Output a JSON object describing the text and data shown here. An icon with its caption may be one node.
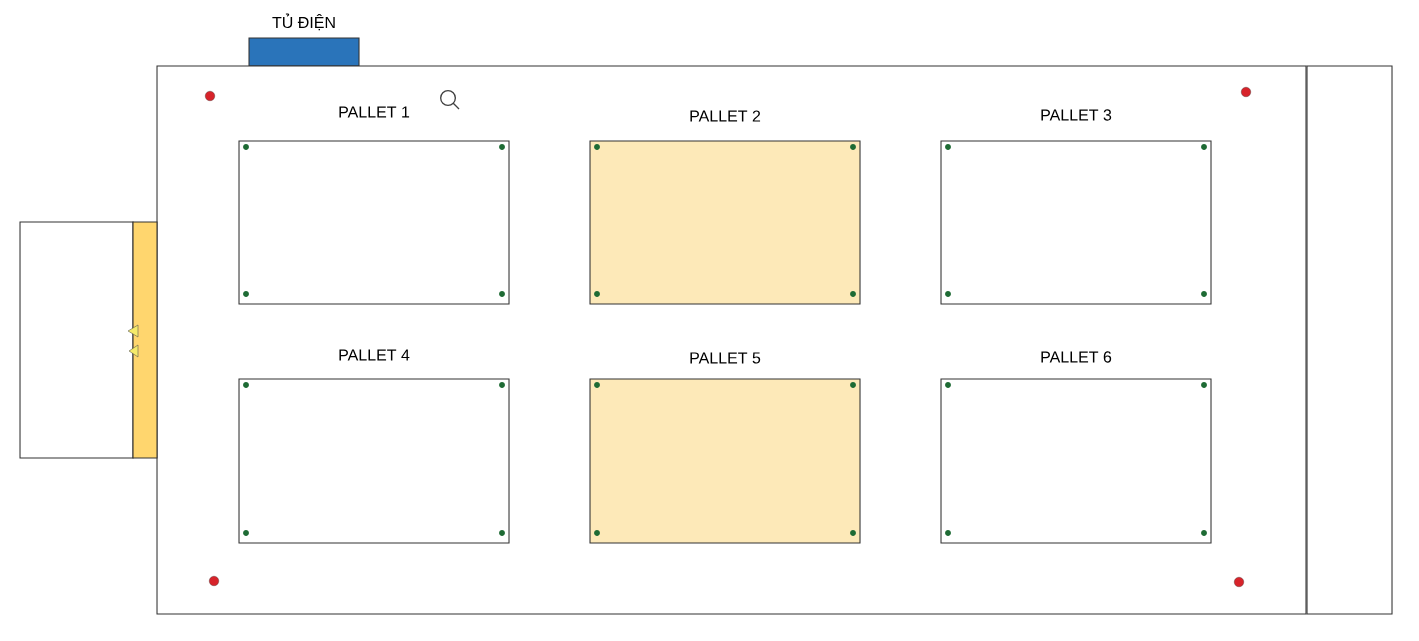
{
  "diagram": {
    "nodes": [
      {
        "text": [
          "TỦ ĐIỆN"
        ]
      },
      {
        "text": [],
        "shape": "box"
      },
      {
        "text": [
          "PALLET 1"
        ],
        "in": 1
      },
      {
        "text": [
          "PALLET 2"
        ],
        "in": 1
      },
      {
        "text": [
          "PALLET 3"
        ],
        "in": 1
      },
      {
        "text": [
          "PALLET 4"
        ],
        "in": 1
      },
      {
        "text": [
          "PALLET 5"
        ],
        "in": 1
      },
      {
        "text": [
          "PALLET 6"
        ],
        "in": 1
      },
      {
        "text": [],
        "shape": "box"
      },
      {
        "text": [],
        "shape": "box"
      },
      {
        "text": [],
        "shape": "box"
      }
    ]
  }
}
